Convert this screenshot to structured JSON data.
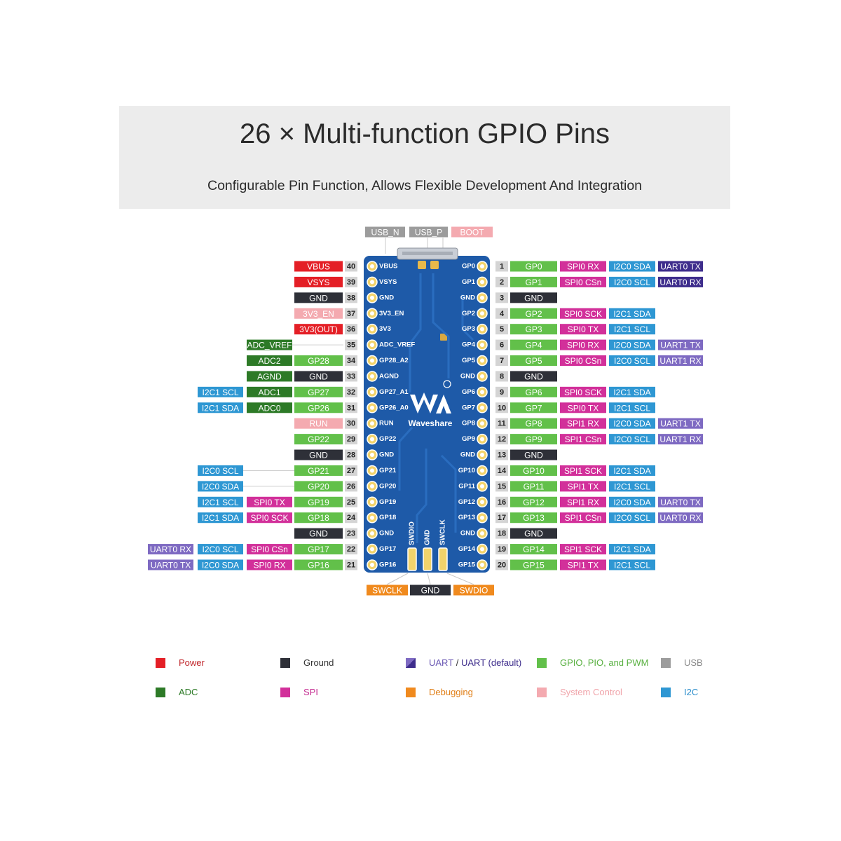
{
  "header": {
    "title": "26 × Multi-function GPIO Pins",
    "subtitle": "Configurable Pin Function, Allows Flexible Development And Integration"
  },
  "colors": {
    "power": "#e41f26",
    "ground": "#2e3038",
    "uart": "#7e6ac2",
    "uart_default": "#3e2d8c",
    "gpio": "#62c04a",
    "usb": "#9c9c9c",
    "adc": "#2d7a27",
    "spi": "#d2309a",
    "debug": "#f08a1e",
    "system": "#f4aab0",
    "i2c": "#2e97d3",
    "board": "#1e5aa8"
  },
  "top_labels": [
    {
      "text": "USB_N",
      "type": "usb"
    },
    {
      "text": "USB_P",
      "type": "usb"
    },
    {
      "text": "BOOT",
      "type": "system"
    }
  ],
  "bottom_labels": [
    {
      "text": "SWCLK",
      "type": "debug"
    },
    {
      "text": "GND",
      "type": "ground"
    },
    {
      "text": "SWDIO",
      "type": "debug"
    }
  ],
  "board": {
    "brand": "Waveshare",
    "swd_pads": [
      "SWDIO",
      "GND",
      "SWCLK"
    ],
    "left_silk": [
      "VBUS",
      "VSYS",
      "GND",
      "3V3_EN",
      "3V3",
      "ADC_VREF",
      "GP28_A2",
      "AGND",
      "GP27_A1",
      "GP26_A0",
      "RUN",
      "GP22",
      "GND",
      "GP21",
      "GP20",
      "GP19",
      "GP18",
      "GND",
      "GP17",
      "GP16"
    ],
    "right_silk": [
      "GP0",
      "GP1",
      "GND",
      "GP2",
      "GP3",
      "GP4",
      "GP5",
      "GND",
      "GP6",
      "GP7",
      "GP8",
      "GP9",
      "GND",
      "GP10",
      "GP11",
      "GP12",
      "GP13",
      "GND",
      "GP14",
      "GP15"
    ]
  },
  "left_pins": [
    {
      "num": "40",
      "labels": [
        {
          "text": "VBUS",
          "type": "power"
        }
      ]
    },
    {
      "num": "39",
      "labels": [
        {
          "text": "VSYS",
          "type": "power"
        }
      ]
    },
    {
      "num": "38",
      "labels": [
        {
          "text": "GND",
          "type": "ground"
        }
      ]
    },
    {
      "num": "37",
      "labels": [
        {
          "text": "3V3_EN",
          "type": "system"
        }
      ]
    },
    {
      "num": "36",
      "labels": [
        {
          "text": "3V3(OUT)",
          "type": "power"
        }
      ]
    },
    {
      "num": "35",
      "labels": [
        {
          "text": "",
          "type": "none"
        },
        {
          "text": "ADC_VREF",
          "type": "adc"
        }
      ]
    },
    {
      "num": "34",
      "labels": [
        {
          "text": "GP28",
          "type": "gpio"
        },
        {
          "text": "ADC2",
          "type": "adc"
        }
      ]
    },
    {
      "num": "33",
      "labels": [
        {
          "text": "GND",
          "type": "ground"
        },
        {
          "text": "AGND",
          "type": "adc"
        }
      ]
    },
    {
      "num": "32",
      "labels": [
        {
          "text": "GP27",
          "type": "gpio"
        },
        {
          "text": "ADC1",
          "type": "adc"
        },
        {
          "text": "I2C1 SCL",
          "type": "i2c"
        }
      ]
    },
    {
      "num": "31",
      "labels": [
        {
          "text": "GP26",
          "type": "gpio"
        },
        {
          "text": "ADC0",
          "type": "adc"
        },
        {
          "text": "I2C1 SDA",
          "type": "i2c"
        }
      ]
    },
    {
      "num": "30",
      "labels": [
        {
          "text": "RUN",
          "type": "system"
        }
      ]
    },
    {
      "num": "29",
      "labels": [
        {
          "text": "GP22",
          "type": "gpio"
        }
      ]
    },
    {
      "num": "28",
      "labels": [
        {
          "text": "GND",
          "type": "ground"
        }
      ]
    },
    {
      "num": "27",
      "labels": [
        {
          "text": "GP21",
          "type": "gpio"
        },
        {
          "text": "",
          "type": "none"
        },
        {
          "text": "I2C0 SCL",
          "type": "i2c"
        }
      ]
    },
    {
      "num": "26",
      "labels": [
        {
          "text": "GP20",
          "type": "gpio"
        },
        {
          "text": "",
          "type": "none"
        },
        {
          "text": "I2C0 SDA",
          "type": "i2c"
        }
      ]
    },
    {
      "num": "25",
      "labels": [
        {
          "text": "GP19",
          "type": "gpio"
        },
        {
          "text": "SPI0 TX",
          "type": "spi"
        },
        {
          "text": "I2C1 SCL",
          "type": "i2c"
        }
      ]
    },
    {
      "num": "24",
      "labels": [
        {
          "text": "GP18",
          "type": "gpio"
        },
        {
          "text": "SPI0 SCK",
          "type": "spi"
        },
        {
          "text": "I2C1 SDA",
          "type": "i2c"
        }
      ]
    },
    {
      "num": "23",
      "labels": [
        {
          "text": "GND",
          "type": "ground"
        }
      ]
    },
    {
      "num": "22",
      "labels": [
        {
          "text": "GP17",
          "type": "gpio"
        },
        {
          "text": "SPI0 CSn",
          "type": "spi"
        },
        {
          "text": "I2C0 SCL",
          "type": "i2c"
        },
        {
          "text": "UART0 RX",
          "type": "uart"
        }
      ]
    },
    {
      "num": "21",
      "labels": [
        {
          "text": "GP16",
          "type": "gpio"
        },
        {
          "text": "SPI0 RX",
          "type": "spi"
        },
        {
          "text": "I2C0 SDA",
          "type": "i2c"
        },
        {
          "text": "UART0 TX",
          "type": "uart"
        }
      ]
    }
  ],
  "right_pins": [
    {
      "num": "1",
      "labels": [
        {
          "text": "GP0",
          "type": "gpio"
        },
        {
          "text": "SPI0 RX",
          "type": "spi"
        },
        {
          "text": "I2C0 SDA",
          "type": "i2c"
        },
        {
          "text": "UART0 TX",
          "type": "uart_default"
        }
      ]
    },
    {
      "num": "2",
      "labels": [
        {
          "text": "GP1",
          "type": "gpio"
        },
        {
          "text": "SPI0 CSn",
          "type": "spi"
        },
        {
          "text": "I2C0 SCL",
          "type": "i2c"
        },
        {
          "text": "UART0 RX",
          "type": "uart_default"
        }
      ]
    },
    {
      "num": "3",
      "labels": [
        {
          "text": "GND",
          "type": "ground"
        }
      ]
    },
    {
      "num": "4",
      "labels": [
        {
          "text": "GP2",
          "type": "gpio"
        },
        {
          "text": "SPI0 SCK",
          "type": "spi"
        },
        {
          "text": "I2C1 SDA",
          "type": "i2c"
        }
      ]
    },
    {
      "num": "5",
      "labels": [
        {
          "text": "GP3",
          "type": "gpio"
        },
        {
          "text": "SPI0 TX",
          "type": "spi"
        },
        {
          "text": "I2C1 SCL",
          "type": "i2c"
        }
      ]
    },
    {
      "num": "6",
      "labels": [
        {
          "text": "GP4",
          "type": "gpio"
        },
        {
          "text": "SPI0 RX",
          "type": "spi"
        },
        {
          "text": "I2C0 SDA",
          "type": "i2c"
        },
        {
          "text": "UART1 TX",
          "type": "uart"
        }
      ]
    },
    {
      "num": "7",
      "labels": [
        {
          "text": "GP5",
          "type": "gpio"
        },
        {
          "text": "SPI0 CSn",
          "type": "spi"
        },
        {
          "text": "I2C0 SCL",
          "type": "i2c"
        },
        {
          "text": "UART1 RX",
          "type": "uart"
        }
      ]
    },
    {
      "num": "8",
      "labels": [
        {
          "text": "GND",
          "type": "ground"
        }
      ]
    },
    {
      "num": "9",
      "labels": [
        {
          "text": "GP6",
          "type": "gpio"
        },
        {
          "text": "SPI0 SCK",
          "type": "spi"
        },
        {
          "text": "I2C1 SDA",
          "type": "i2c"
        }
      ]
    },
    {
      "num": "10",
      "labels": [
        {
          "text": "GP7",
          "type": "gpio"
        },
        {
          "text": "SPI0 TX",
          "type": "spi"
        },
        {
          "text": "I2C1 SCL",
          "type": "i2c"
        }
      ]
    },
    {
      "num": "11",
      "labels": [
        {
          "text": "GP8",
          "type": "gpio"
        },
        {
          "text": "SPI1 RX",
          "type": "spi"
        },
        {
          "text": "I2C0 SDA",
          "type": "i2c"
        },
        {
          "text": "UART1 TX",
          "type": "uart"
        }
      ]
    },
    {
      "num": "12",
      "labels": [
        {
          "text": "GP9",
          "type": "gpio"
        },
        {
          "text": "SPI1 CSn",
          "type": "spi"
        },
        {
          "text": "I2C0 SCL",
          "type": "i2c"
        },
        {
          "text": "UART1 RX",
          "type": "uart"
        }
      ]
    },
    {
      "num": "13",
      "labels": [
        {
          "text": "GND",
          "type": "ground"
        }
      ]
    },
    {
      "num": "14",
      "labels": [
        {
          "text": "GP10",
          "type": "gpio"
        },
        {
          "text": "SPI1 SCK",
          "type": "spi"
        },
        {
          "text": "I2C1 SDA",
          "type": "i2c"
        }
      ]
    },
    {
      "num": "15",
      "labels": [
        {
          "text": "GP11",
          "type": "gpio"
        },
        {
          "text": "SPI1 TX",
          "type": "spi"
        },
        {
          "text": "I2C1 SCL",
          "type": "i2c"
        }
      ]
    },
    {
      "num": "16",
      "labels": [
        {
          "text": "GP12",
          "type": "gpio"
        },
        {
          "text": "SPI1 RX",
          "type": "spi"
        },
        {
          "text": "I2C0 SDA",
          "type": "i2c"
        },
        {
          "text": "UART0 TX",
          "type": "uart"
        }
      ]
    },
    {
      "num": "17",
      "labels": [
        {
          "text": "GP13",
          "type": "gpio"
        },
        {
          "text": "SPI1 CSn",
          "type": "spi"
        },
        {
          "text": "I2C0 SCL",
          "type": "i2c"
        },
        {
          "text": "UART0 RX",
          "type": "uart"
        }
      ]
    },
    {
      "num": "18",
      "labels": [
        {
          "text": "GND",
          "type": "ground"
        }
      ]
    },
    {
      "num": "19",
      "labels": [
        {
          "text": "GP14",
          "type": "gpio"
        },
        {
          "text": "SPI1 SCK",
          "type": "spi"
        },
        {
          "text": "I2C1 SDA",
          "type": "i2c"
        }
      ]
    },
    {
      "num": "20",
      "labels": [
        {
          "text": "GP15",
          "type": "gpio"
        },
        {
          "text": "SPI1 TX",
          "type": "spi"
        },
        {
          "text": "I2C1 SCL",
          "type": "i2c"
        }
      ]
    }
  ],
  "legend": [
    {
      "text": "Power",
      "type": "power"
    },
    {
      "text": "Ground",
      "type": "ground"
    },
    {
      "text": "UART",
      "text2": "UART (default)",
      "type": "uart"
    },
    {
      "text": "GPIO, PIO, and PWM",
      "type": "gpio"
    },
    {
      "text": "USB",
      "type": "usb"
    },
    {
      "text": "ADC",
      "type": "adc"
    },
    {
      "text": "SPI",
      "type": "spi"
    },
    {
      "text": "Debugging",
      "type": "debug"
    },
    {
      "text": "System Control",
      "type": "system"
    },
    {
      "text": "I2C",
      "type": "i2c"
    }
  ]
}
